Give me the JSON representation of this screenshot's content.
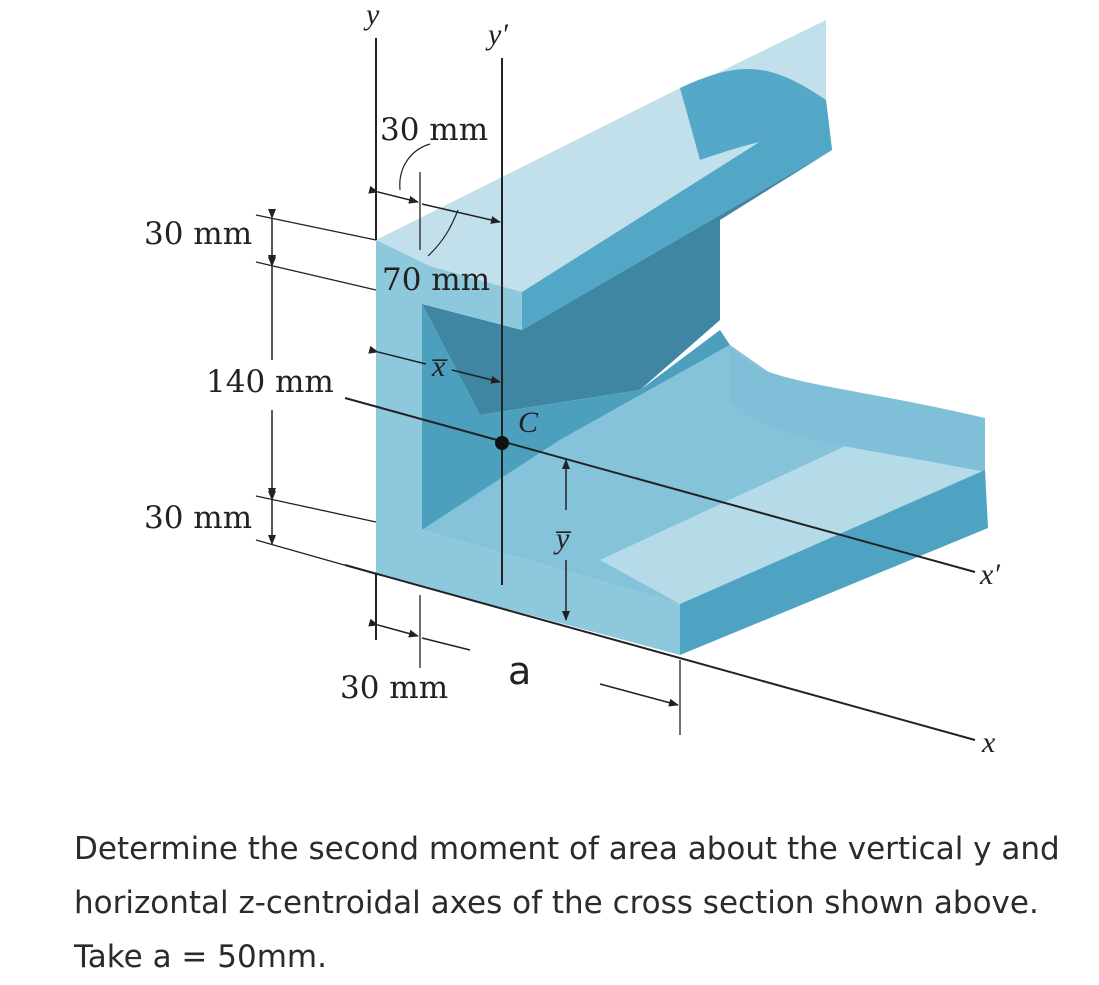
{
  "figure": {
    "labels": {
      "y": "y",
      "y_prime": "y′",
      "x": "x",
      "x_prime": "x′",
      "centroid": "C",
      "x_bar": "x̅",
      "y_bar": "y̅",
      "a": "a"
    },
    "dimensions": {
      "top_flange_width": "30 mm",
      "web_offset": "70 mm",
      "top_flange_height": "30 mm",
      "web_height": "140 mm",
      "bottom_flange_height": "30 mm",
      "web_thickness": "30 mm"
    },
    "colors": {
      "face_light": "#bfe0ec",
      "face_front": "#8cc8de",
      "face_mid": "#56a9c8",
      "face_dark": "#3f88a4",
      "edge": "#2a2a2a"
    }
  },
  "problem": {
    "text": "Determine the second moment of area about the vertical y and horizontal z-centroidal axes of the cross section shown above. Take a = 50mm."
  }
}
